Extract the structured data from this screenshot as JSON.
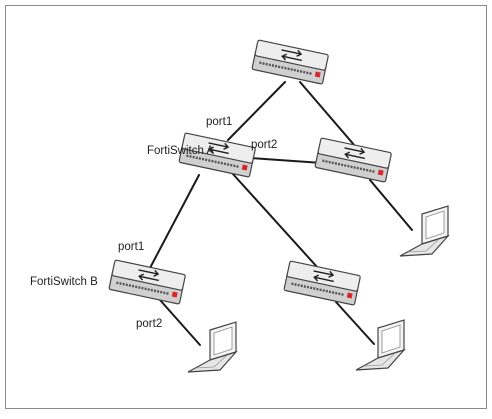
{
  "diagram": {
    "labels": {
      "switch_a": "FortiSwitch A",
      "switch_b": "FortiSwitch B",
      "a_port1": "port1",
      "a_port2": "port2",
      "b_port1": "port1",
      "b_port2": "port2"
    },
    "colors": {
      "frame": "#8a8a8a",
      "link": "#1a1a1a",
      "device_top": "#eeeeee",
      "device_side": "#d0d0d0",
      "port_strip": "#555555",
      "status_led": "#d9262b"
    },
    "nodes": [
      {
        "id": "top-switch",
        "kind": "switch"
      },
      {
        "id": "switch-a",
        "kind": "switch"
      },
      {
        "id": "right-switch",
        "kind": "switch"
      },
      {
        "id": "switch-b",
        "kind": "switch"
      },
      {
        "id": "middle-switch",
        "kind": "switch"
      },
      {
        "id": "laptop-right",
        "kind": "laptop"
      },
      {
        "id": "laptop-bottom-left",
        "kind": "laptop"
      },
      {
        "id": "laptop-bottom-middle",
        "kind": "laptop"
      }
    ],
    "links": [
      {
        "from": "switch-a",
        "to": "top-switch"
      },
      {
        "from": "top-switch",
        "to": "right-switch"
      },
      {
        "from": "switch-a",
        "to": "right-switch"
      },
      {
        "from": "switch-a",
        "to": "switch-b"
      },
      {
        "from": "switch-a",
        "to": "middle-switch"
      },
      {
        "from": "right-switch",
        "to": "laptop-right"
      },
      {
        "from": "switch-b",
        "to": "laptop-bottom-left"
      },
      {
        "from": "middle-switch",
        "to": "laptop-bottom-middle"
      }
    ]
  }
}
